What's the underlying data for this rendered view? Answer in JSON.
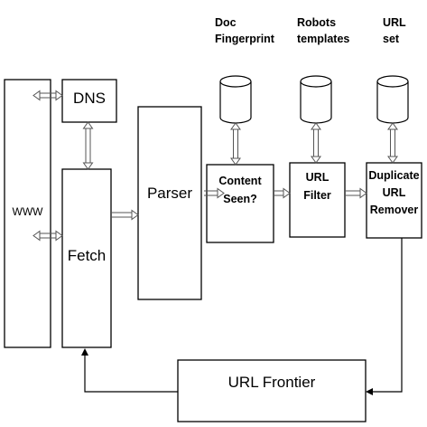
{
  "diagram": {
    "nodes": {
      "www": "WWW",
      "dns": "DNS",
      "fetch": "Fetch",
      "parser": "Parser",
      "content_seen": [
        "Content",
        "Seen?"
      ],
      "url_filter": [
        "URL",
        "Filter"
      ],
      "dup_remover": [
        "Duplicate",
        "URL",
        "Remover"
      ],
      "url_frontier": "URL Frontier"
    },
    "stores": {
      "doc_fingerprint": [
        "Doc",
        "Fingerprint"
      ],
      "robots_templates": [
        "Robots",
        "templates"
      ],
      "url_set": [
        "URL",
        "set"
      ]
    }
  }
}
